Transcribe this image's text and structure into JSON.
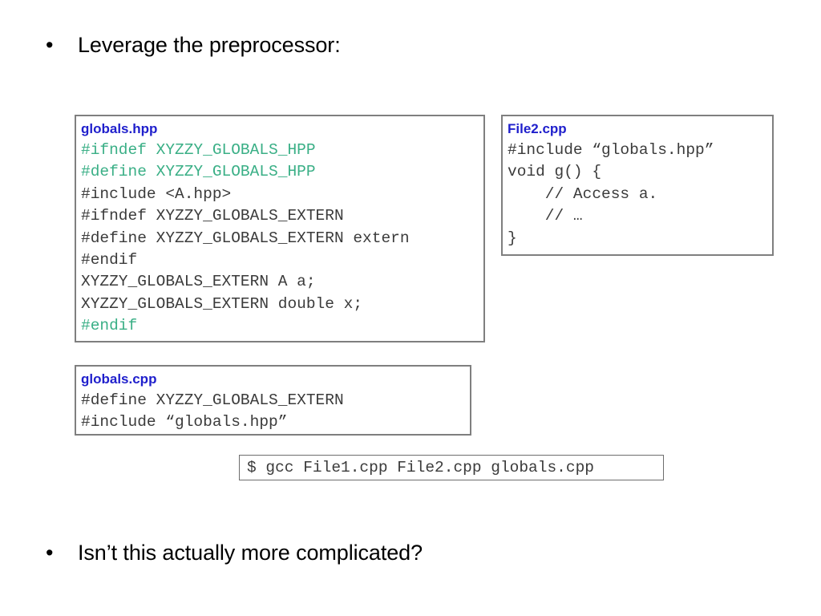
{
  "slide": {
    "bullets": [
      {
        "marker": "•",
        "text": "Leverage the preprocessor:"
      },
      {
        "marker": "•",
        "text": "Isn’t this actually more complicated?"
      }
    ],
    "colors": {
      "file_title_blue": "#1f1fcc",
      "guard_green": "#3aaf86",
      "code_gray": "#3b3b3b",
      "box_border_gray": "#7f7f7f",
      "background": "#ffffff"
    },
    "code_boxes": [
      {
        "name": "globals-hpp",
        "title": "globals.hpp",
        "lines": [
          {
            "text": "#ifndef XYZZY_GLOBALS_HPP",
            "color": "green"
          },
          {
            "text": "#define XYZZY_GLOBALS_HPP",
            "color": "green"
          },
          {
            "text": "#include <A.hpp>",
            "color": "gray"
          },
          {
            "text": "#ifndef XYZZY_GLOBALS_EXTERN",
            "color": "gray"
          },
          {
            "text": "#define XYZZY_GLOBALS_EXTERN extern",
            "color": "gray"
          },
          {
            "text": "#endif",
            "color": "gray"
          },
          {
            "text": "XYZZY_GLOBALS_EXTERN A a;",
            "color": "gray"
          },
          {
            "text": "XYZZY_GLOBALS_EXTERN double x;",
            "color": "gray"
          },
          {
            "text": "#endif",
            "color": "green"
          }
        ]
      },
      {
        "name": "file2-cpp",
        "title": "File2.cpp",
        "lines": [
          {
            "text": "#include “globals.hpp”",
            "color": "gray"
          },
          {
            "text": "void g() {",
            "color": "gray"
          },
          {
            "text": "    // Access a.",
            "color": "gray"
          },
          {
            "text": "    // …",
            "color": "gray"
          },
          {
            "text": "}",
            "color": "gray"
          }
        ]
      },
      {
        "name": "globals-cpp",
        "title": "globals.cpp",
        "lines": [
          {
            "text": "#define XYZZY_GLOBALS_EXTERN",
            "color": "gray"
          },
          {
            "text": "#include “globals.hpp”",
            "color": "gray"
          }
        ]
      }
    ],
    "command": {
      "text": "$ gcc File1.cpp File2.cpp globals.cpp"
    }
  }
}
